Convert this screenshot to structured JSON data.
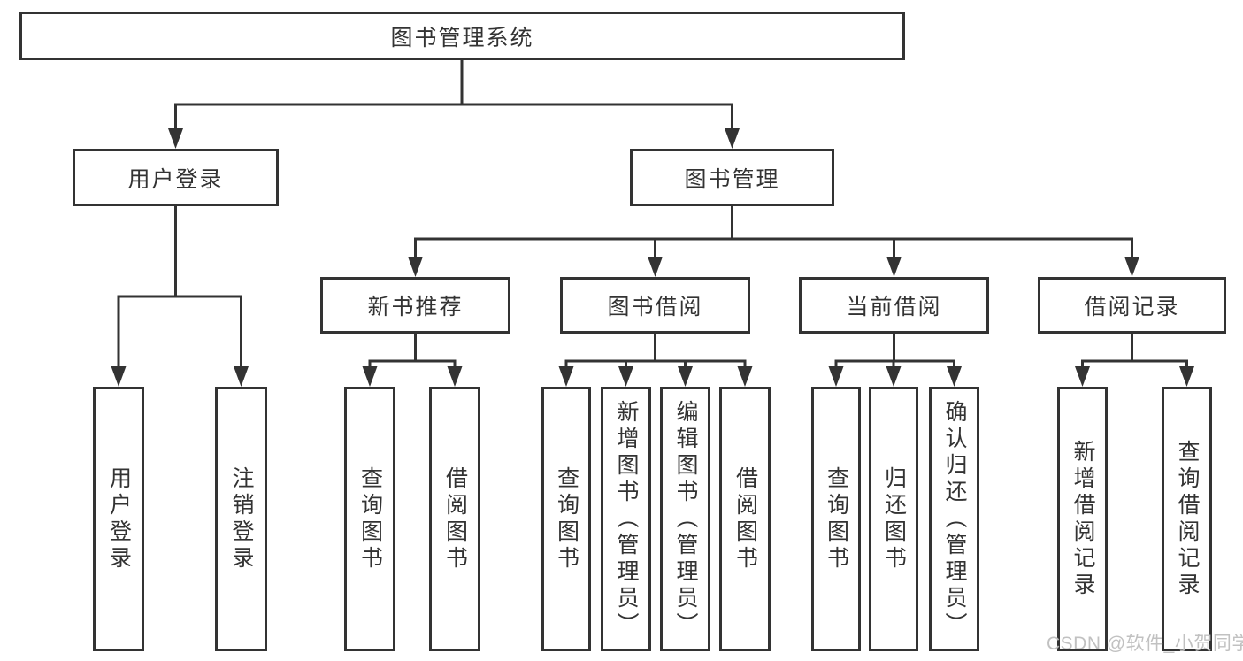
{
  "diagram": {
    "title": "图书管理系统",
    "tree": {
      "label": "图书管理系统",
      "children": [
        {
          "label": "用户登录",
          "children": [
            {
              "label": "用户登录"
            },
            {
              "label": "注销登录"
            }
          ]
        },
        {
          "label": "图书管理",
          "children": [
            {
              "label": "新书推荐",
              "children": [
                {
                  "label": "查询图书"
                },
                {
                  "label": "借阅图书"
                }
              ]
            },
            {
              "label": "图书借阅",
              "children": [
                {
                  "label": "查询图书"
                },
                {
                  "label": "新增图书（管理员）"
                },
                {
                  "label": "编辑图书（管理员）"
                },
                {
                  "label": "借阅图书"
                }
              ]
            },
            {
              "label": "当前借阅",
              "children": [
                {
                  "label": "查询图书"
                },
                {
                  "label": "归还图书"
                },
                {
                  "label": "确认归还（管理员）"
                }
              ]
            },
            {
              "label": "借阅记录",
              "children": [
                {
                  "label": "新增借阅记录"
                },
                {
                  "label": "查询借阅记录"
                }
              ]
            }
          ]
        }
      ]
    }
  },
  "watermark": {
    "text": "CSDN @软件_小贺同学"
  },
  "colors": {
    "line": "#333333",
    "box_border": "#333333",
    "text": "#333333",
    "watermark": "#bebebe",
    "background": "#ffffff"
  }
}
